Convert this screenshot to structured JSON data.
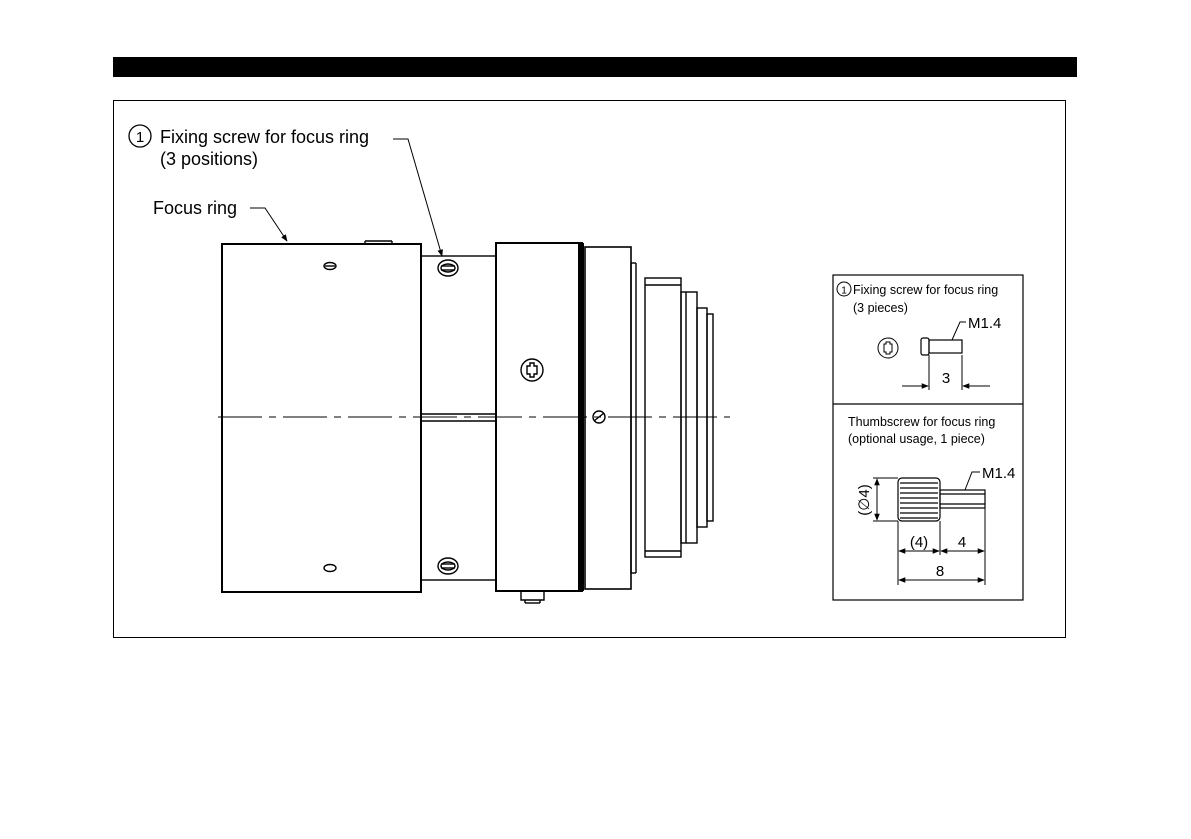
{
  "labels": {
    "callout_number": "1",
    "fixing_screw": "Fixing screw for focus ring",
    "fixing_positions": "(3 positions)",
    "focus_ring": "Focus ring"
  },
  "inset_top": {
    "number": "1",
    "title": "Fixing screw for focus ring",
    "qty": "(3 pieces)",
    "thread": "M1.4",
    "length": "3"
  },
  "inset_bottom": {
    "title": "Thumbscrew for focus ring",
    "note": "(optional usage, 1 piece)",
    "thread": "M1.4",
    "diameter": "(∅4)",
    "head_length": "(4)",
    "shaft_length": "4",
    "total_length": "8"
  }
}
